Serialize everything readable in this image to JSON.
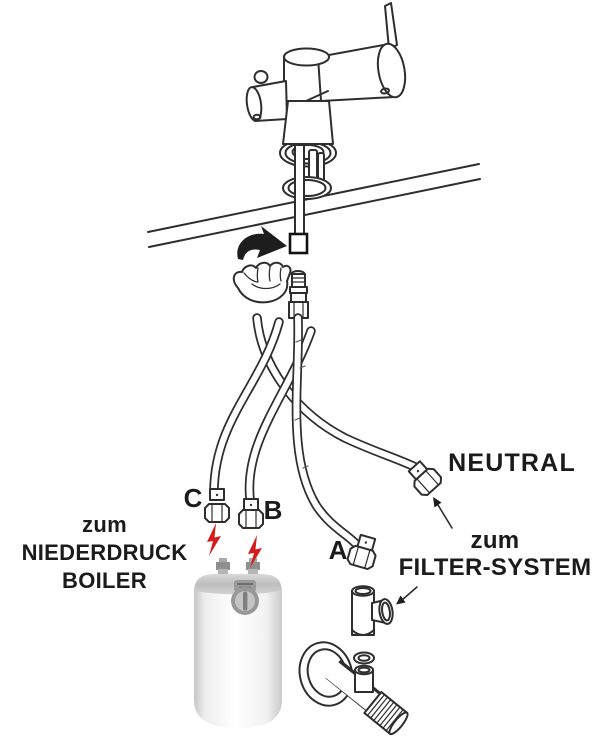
{
  "diagram": {
    "title_labels": {
      "neutral": "NEUTRAL",
      "zum_left": "zum",
      "niederdruck": "NIEDERDRUCK",
      "boiler": "BOILER",
      "zum_right": "zum",
      "filter_system": "FILTER-SYSTEM"
    },
    "hose_tags": {
      "a": "A",
      "b": "B",
      "c": "C"
    },
    "icons": {
      "rotate_arrow": "curved-rotation-arrow",
      "hand": "grasping-hand",
      "lightning_left": "red-lightning-bolt",
      "lightning_right": "red-lightning-bolt",
      "neutral_pointer": "thin-arrow-to-neutral-hose",
      "filter_pointer": "thin-arrow-to-tee-fitting"
    },
    "colors": {
      "line": "#2e2e2e",
      "text": "#1b1b1b",
      "accent_red": "#d41c1c",
      "background": "#ffffff"
    }
  }
}
